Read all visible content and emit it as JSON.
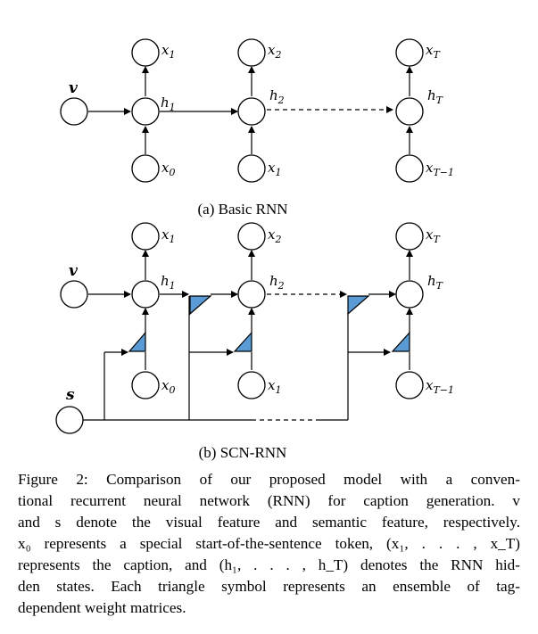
{
  "panel_a": {
    "caption": "(a) Basic RNN",
    "input_v": {
      "base": "v"
    },
    "hidden": [
      {
        "base": "h",
        "sub": "1"
      },
      {
        "base": "h",
        "sub": "2"
      },
      {
        "base": "h",
        "sub": "T"
      }
    ],
    "outputs": [
      {
        "base": "x",
        "sub": "1"
      },
      {
        "base": "x",
        "sub": "2"
      },
      {
        "base": "x",
        "sub": "T"
      }
    ],
    "inputs": [
      {
        "base": "x",
        "sub": "0"
      },
      {
        "base": "x",
        "sub": "1"
      },
      {
        "base": "x",
        "sub": "T−1"
      }
    ]
  },
  "panel_b": {
    "caption": "(b) SCN-RNN",
    "input_v": {
      "base": "v"
    },
    "input_s": {
      "base": "s"
    },
    "hidden": [
      {
        "base": "h",
        "sub": "1"
      },
      {
        "base": "h",
        "sub": "2"
      },
      {
        "base": "h",
        "sub": "T"
      }
    ],
    "outputs": [
      {
        "base": "x",
        "sub": "1"
      },
      {
        "base": "x",
        "sub": "2"
      },
      {
        "base": "x",
        "sub": "T"
      }
    ],
    "inputs": [
      {
        "base": "x",
        "sub": "0"
      },
      {
        "base": "x",
        "sub": "1"
      },
      {
        "base": "x",
        "sub": "T−1"
      }
    ]
  },
  "figure_caption": {
    "lines": [
      "Figure 2:  Comparison of our proposed model with a conven-",
      "tional recurrent neural network (RNN) for caption generation. v",
      "and s denote the visual feature and semantic feature, respectively.",
      "x₀ represents a special start-of-the-sentence token, (x₁, . . . , x_T)",
      "represents the caption, and (h₁, . . . , h_T) denotes the RNN hid-",
      "den states.  Each triangle symbol represents an ensemble of tag-",
      "dependent weight matrices."
    ]
  }
}
